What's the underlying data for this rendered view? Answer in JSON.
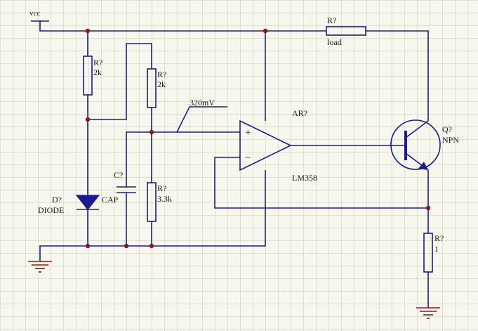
{
  "power": {
    "label": "vcc"
  },
  "resistors": {
    "r_top_left": {
      "ref": "R?",
      "value": "2k"
    },
    "r_top_mid": {
      "ref": "R?",
      "value": "2k"
    },
    "r_bottom_mid": {
      "ref": "R?",
      "value": "3.3k"
    },
    "r_load": {
      "ref": "R?",
      "value": "load"
    },
    "r_sense": {
      "ref": "R?",
      "value": "1"
    }
  },
  "diode": {
    "ref": "D?",
    "value": "DIODE"
  },
  "capacitor": {
    "ref": "C?",
    "value": "CAP"
  },
  "opamp": {
    "ref": "AR?",
    "value": "LM358",
    "plus": "+",
    "minus": "−"
  },
  "transistor": {
    "ref": "Q?",
    "value": "NPN"
  },
  "net_label": {
    "text": "320mV"
  },
  "colors": {
    "wire": "#1b1b8f",
    "junction": "#8b1a1a",
    "ground": "#8b1a1a",
    "grid": "#c9c9b9",
    "background": "#f7f7ee"
  }
}
